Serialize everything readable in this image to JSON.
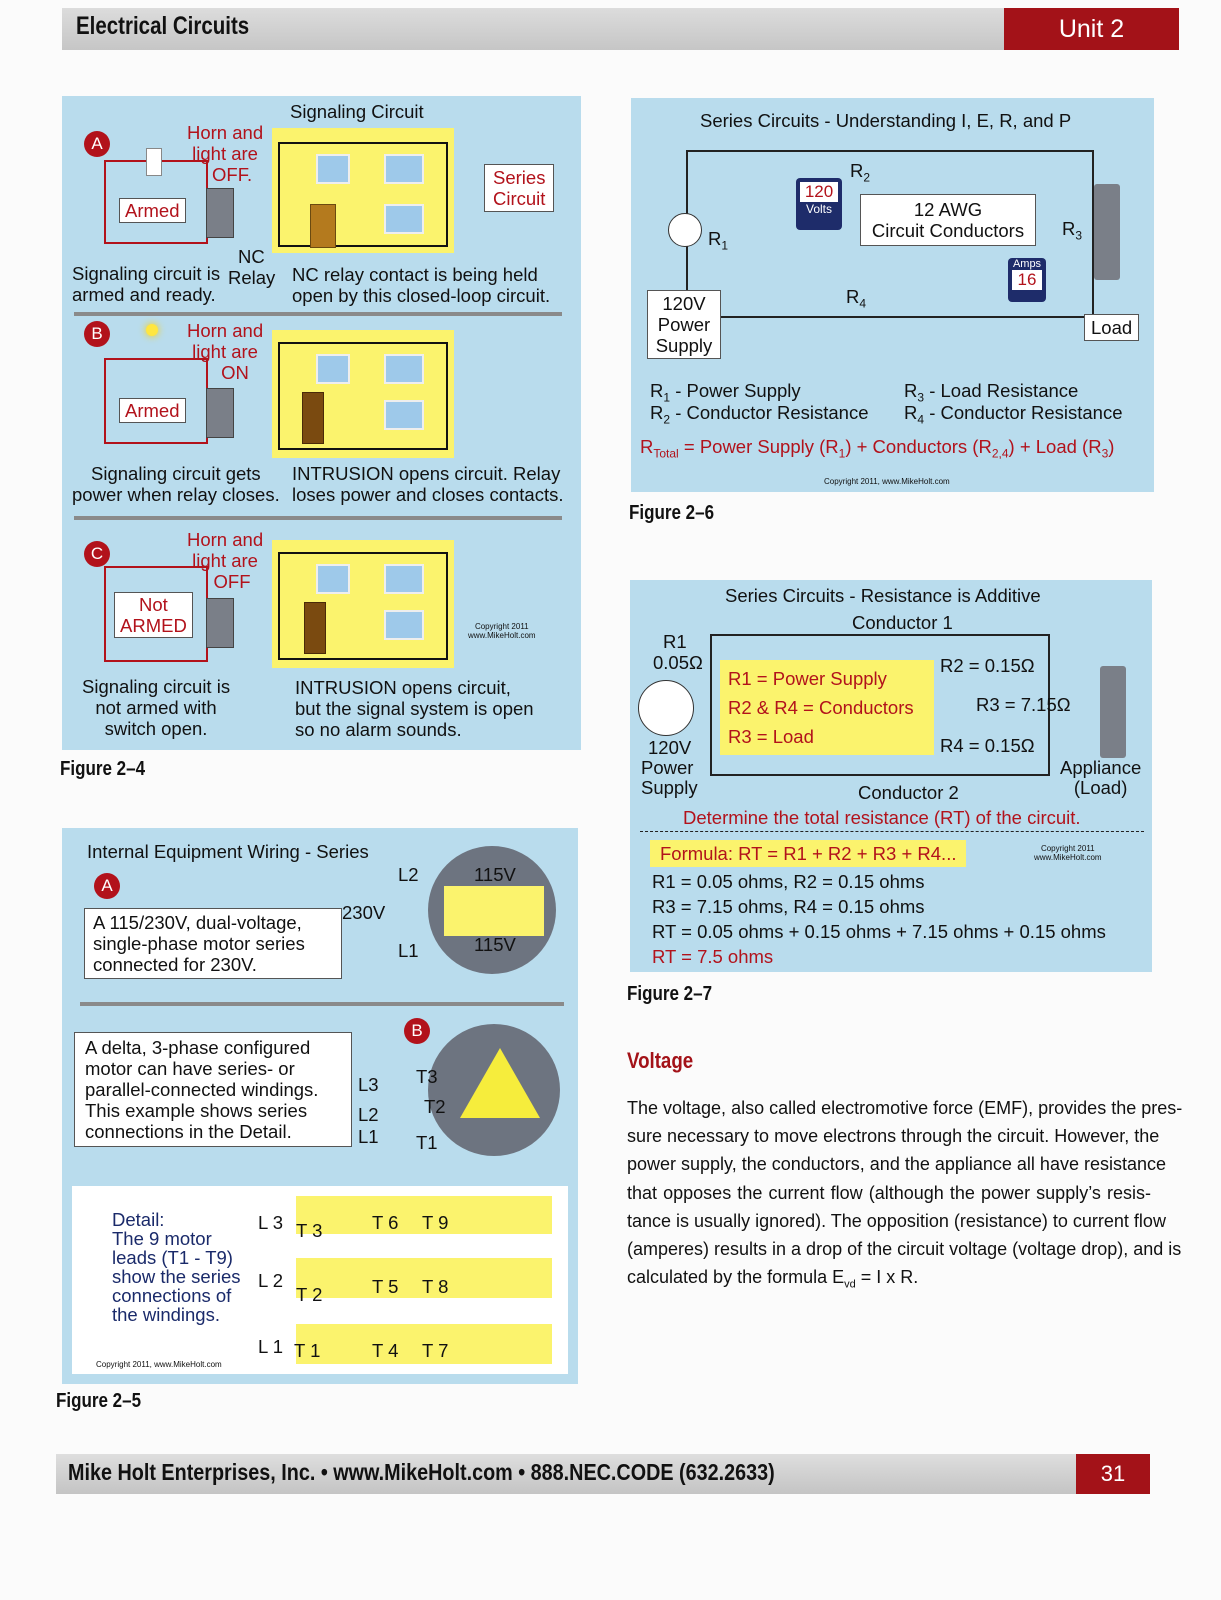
{
  "header": {
    "title": "Electrical Circuits",
    "unit": "Unit 2"
  },
  "fig24": {
    "title": "Signaling Circuit",
    "caption": "Figure 2–4",
    "series_label": [
      "Series",
      "Circuit"
    ],
    "copyright": [
      "Copyright 2011",
      "www.MikeHolt.com"
    ],
    "panelA": {
      "badge": "A",
      "horn": [
        "Horn and",
        "light are",
        "OFF."
      ],
      "switch": "Armed",
      "nc": "NC",
      "relay": "Relay",
      "left_text": [
        "Signaling circuit is",
        "armed and ready."
      ],
      "right_text": [
        "NC relay contact is being held",
        "open by this closed-loop circuit."
      ]
    },
    "panelB": {
      "badge": "B",
      "horn": [
        "Horn and",
        "light are",
        "ON"
      ],
      "switch": "Armed",
      "left_text": [
        "Signaling circuit gets",
        "power when relay closes."
      ],
      "right_text": [
        "INTRUSION opens circuit. Relay",
        "loses power and closes contacts."
      ]
    },
    "panelC": {
      "badge": "C",
      "horn": [
        "Horn and",
        "light are",
        "OFF"
      ],
      "switch": [
        "Not",
        "ARMED"
      ],
      "left_text": [
        "Signaling circuit is",
        "not armed with",
        "switch open."
      ],
      "right_text": [
        "INTRUSION opens circuit,",
        "but the signal system is open",
        "so no alarm sounds."
      ]
    }
  },
  "fig25": {
    "title": "Internal Equipment Wiring - Series",
    "caption": "Figure 2–5",
    "copyright": "Copyright 2011, www.MikeHolt.com",
    "panelA": {
      "badge": "A",
      "text": [
        "A 115/230V, dual-voltage,",
        "single-phase motor series",
        "connected for 230V."
      ],
      "l2": "L2",
      "l1": "L1",
      "v230": "230V",
      "v115a": "115V",
      "v115b": "115V"
    },
    "panelB": {
      "badge": "B",
      "text": [
        "A delta, 3-phase configured",
        "motor can have series- or",
        "parallel-connected windings.",
        "This example shows series",
        "connections in the Detail."
      ],
      "l3": "L3",
      "l2": "L2",
      "l1": "L1",
      "t3": "T3",
      "t2": "T2",
      "t1": "T1"
    },
    "detail": {
      "text": [
        "Detail:",
        "The 9 motor",
        "leads (T1 - T9)",
        "show the series",
        "connections of",
        "the windings."
      ],
      "rows": [
        {
          "line": "L 3",
          "a": "T 3",
          "b": "T 6",
          "c": "T 9"
        },
        {
          "line": "L 2",
          "a": "T 2",
          "b": "T 5",
          "c": "T 8"
        },
        {
          "line": "L 1",
          "a": "T 1",
          "b": "T 4",
          "c": "T 7"
        }
      ]
    }
  },
  "fig26": {
    "title": "Series Circuits - Understanding I, E, R, and P",
    "caption": "Figure 2–6",
    "r1": "R",
    "r2": "R",
    "r3": "R",
    "r4": "R",
    "volts_num": "120",
    "volts_label": "Volts",
    "amps_label": "Amps",
    "amps_num": "16",
    "awg": [
      "12 AWG",
      "Circuit Conductors"
    ],
    "supply": [
      "120V",
      "Power",
      "Supply"
    ],
    "load": "Load",
    "legend": [
      {
        "sym": "R",
        "sub": "1",
        "text": " - Power Supply"
      },
      {
        "sym": "R",
        "sub": "2",
        "text": " - Conductor Resistance"
      },
      {
        "sym": "R",
        "sub": "3",
        "text": " - Load Resistance"
      },
      {
        "sym": "R",
        "sub": "4",
        "text": " - Conductor Resistance"
      }
    ],
    "total": {
      "lhs": "R",
      "lhs_sub": "Total",
      "p1": " = Power Supply (R",
      "s1": "1",
      "p2": ") + Conductors (R",
      "s2": "2,4",
      "p3": ") + Load (R",
      "s3": "3",
      "p4": ")"
    },
    "copyright": "Copyright 2011, www.MikeHolt.com"
  },
  "fig27": {
    "title": "Series Circuits - Resistance is Additive",
    "caption": "Figure 2–7",
    "conductor1": "Conductor 1",
    "conductor2": "Conductor 2",
    "r1": [
      "R1",
      "0.05Ω"
    ],
    "r2": "R2 = 0.15Ω",
    "r3": "R3 = 7.15Ω",
    "r4": "R4 = 0.15Ω",
    "supply": [
      "120V",
      "Power",
      "Supply"
    ],
    "appliance": [
      "Appliance",
      "(Load)"
    ],
    "legend": [
      "R1 = Power Supply",
      "R2 & R4 = Conductors",
      "R3 = Load"
    ],
    "question": "Determine the total resistance (RT) of the circuit.",
    "formula": "Formula: RT  =  R1 + R2 + R3 + R4...",
    "lines": [
      "R1  = 0.05 ohms,  R2 = 0.15 ohms",
      "R3  = 7.15 ohms,  R4 = 0.15 ohms",
      "RT  =  0.05 ohms + 0.15 ohms + 7.15 ohms + 0.15 ohms"
    ],
    "result": "RT  =  7.5 ohms",
    "copyright": [
      "Copyright 2011",
      "www.MikeHolt.com"
    ]
  },
  "voltage": {
    "heading": "Voltage",
    "lines": [
      "The voltage, also called electromotive force (EMF), provides the pres-",
      "sure necessary to move electrons through the circuit. However, the",
      "power supply, the conductors, and the appliance all have resistance",
      "that opposes the current flow (although the power supply’s resis-",
      "tance is usually ignored). The opposition (resistance) to current flow",
      "(amperes) results in a drop of the circuit voltage (voltage drop), and is"
    ],
    "last_line_prefix": "calculated by the formula E",
    "last_line_sub": "vd",
    "last_line_suffix": " = I x R."
  },
  "footer": {
    "text": "Mike Holt Enterprises, Inc. • www.MikeHolt.com • 888.NEC.CODE (632.2633)",
    "page": "31"
  }
}
